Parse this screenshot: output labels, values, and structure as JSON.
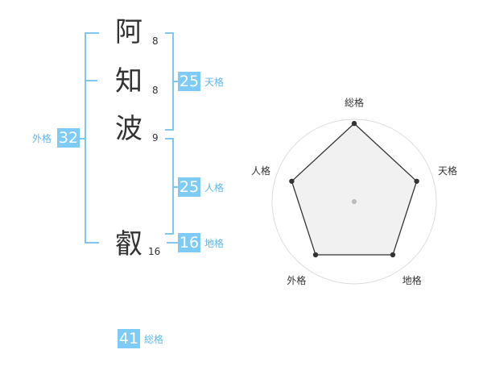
{
  "name": {
    "characters": [
      {
        "char": "阿",
        "strokes": "8"
      },
      {
        "char": "知",
        "strokes": "8"
      },
      {
        "char": "波",
        "strokes": "9"
      },
      {
        "char": "叡",
        "strokes": "16"
      }
    ]
  },
  "kakusu": {
    "tenkaku": {
      "value": "25",
      "label": "天格"
    },
    "jinkaku": {
      "value": "25",
      "label": "人格"
    },
    "chikaku": {
      "value": "16",
      "label": "地格"
    },
    "gaikaku": {
      "value": "32",
      "label": "外格"
    },
    "soukaku": {
      "value": "41",
      "label": "総格"
    }
  },
  "colors": {
    "accent": "#7ecbf5",
    "label": "#5fb8ea",
    "bracket": "#80c7ef",
    "radar_fill": "#eeeeee",
    "radar_line": "#333333"
  },
  "chart_data": {
    "type": "radar",
    "axes": [
      "総格",
      "天格",
      "地格",
      "外格",
      "人格"
    ],
    "values": [
      0.95,
      0.8,
      0.8,
      0.8,
      0.8
    ],
    "rmax": 1,
    "rings": 5
  }
}
